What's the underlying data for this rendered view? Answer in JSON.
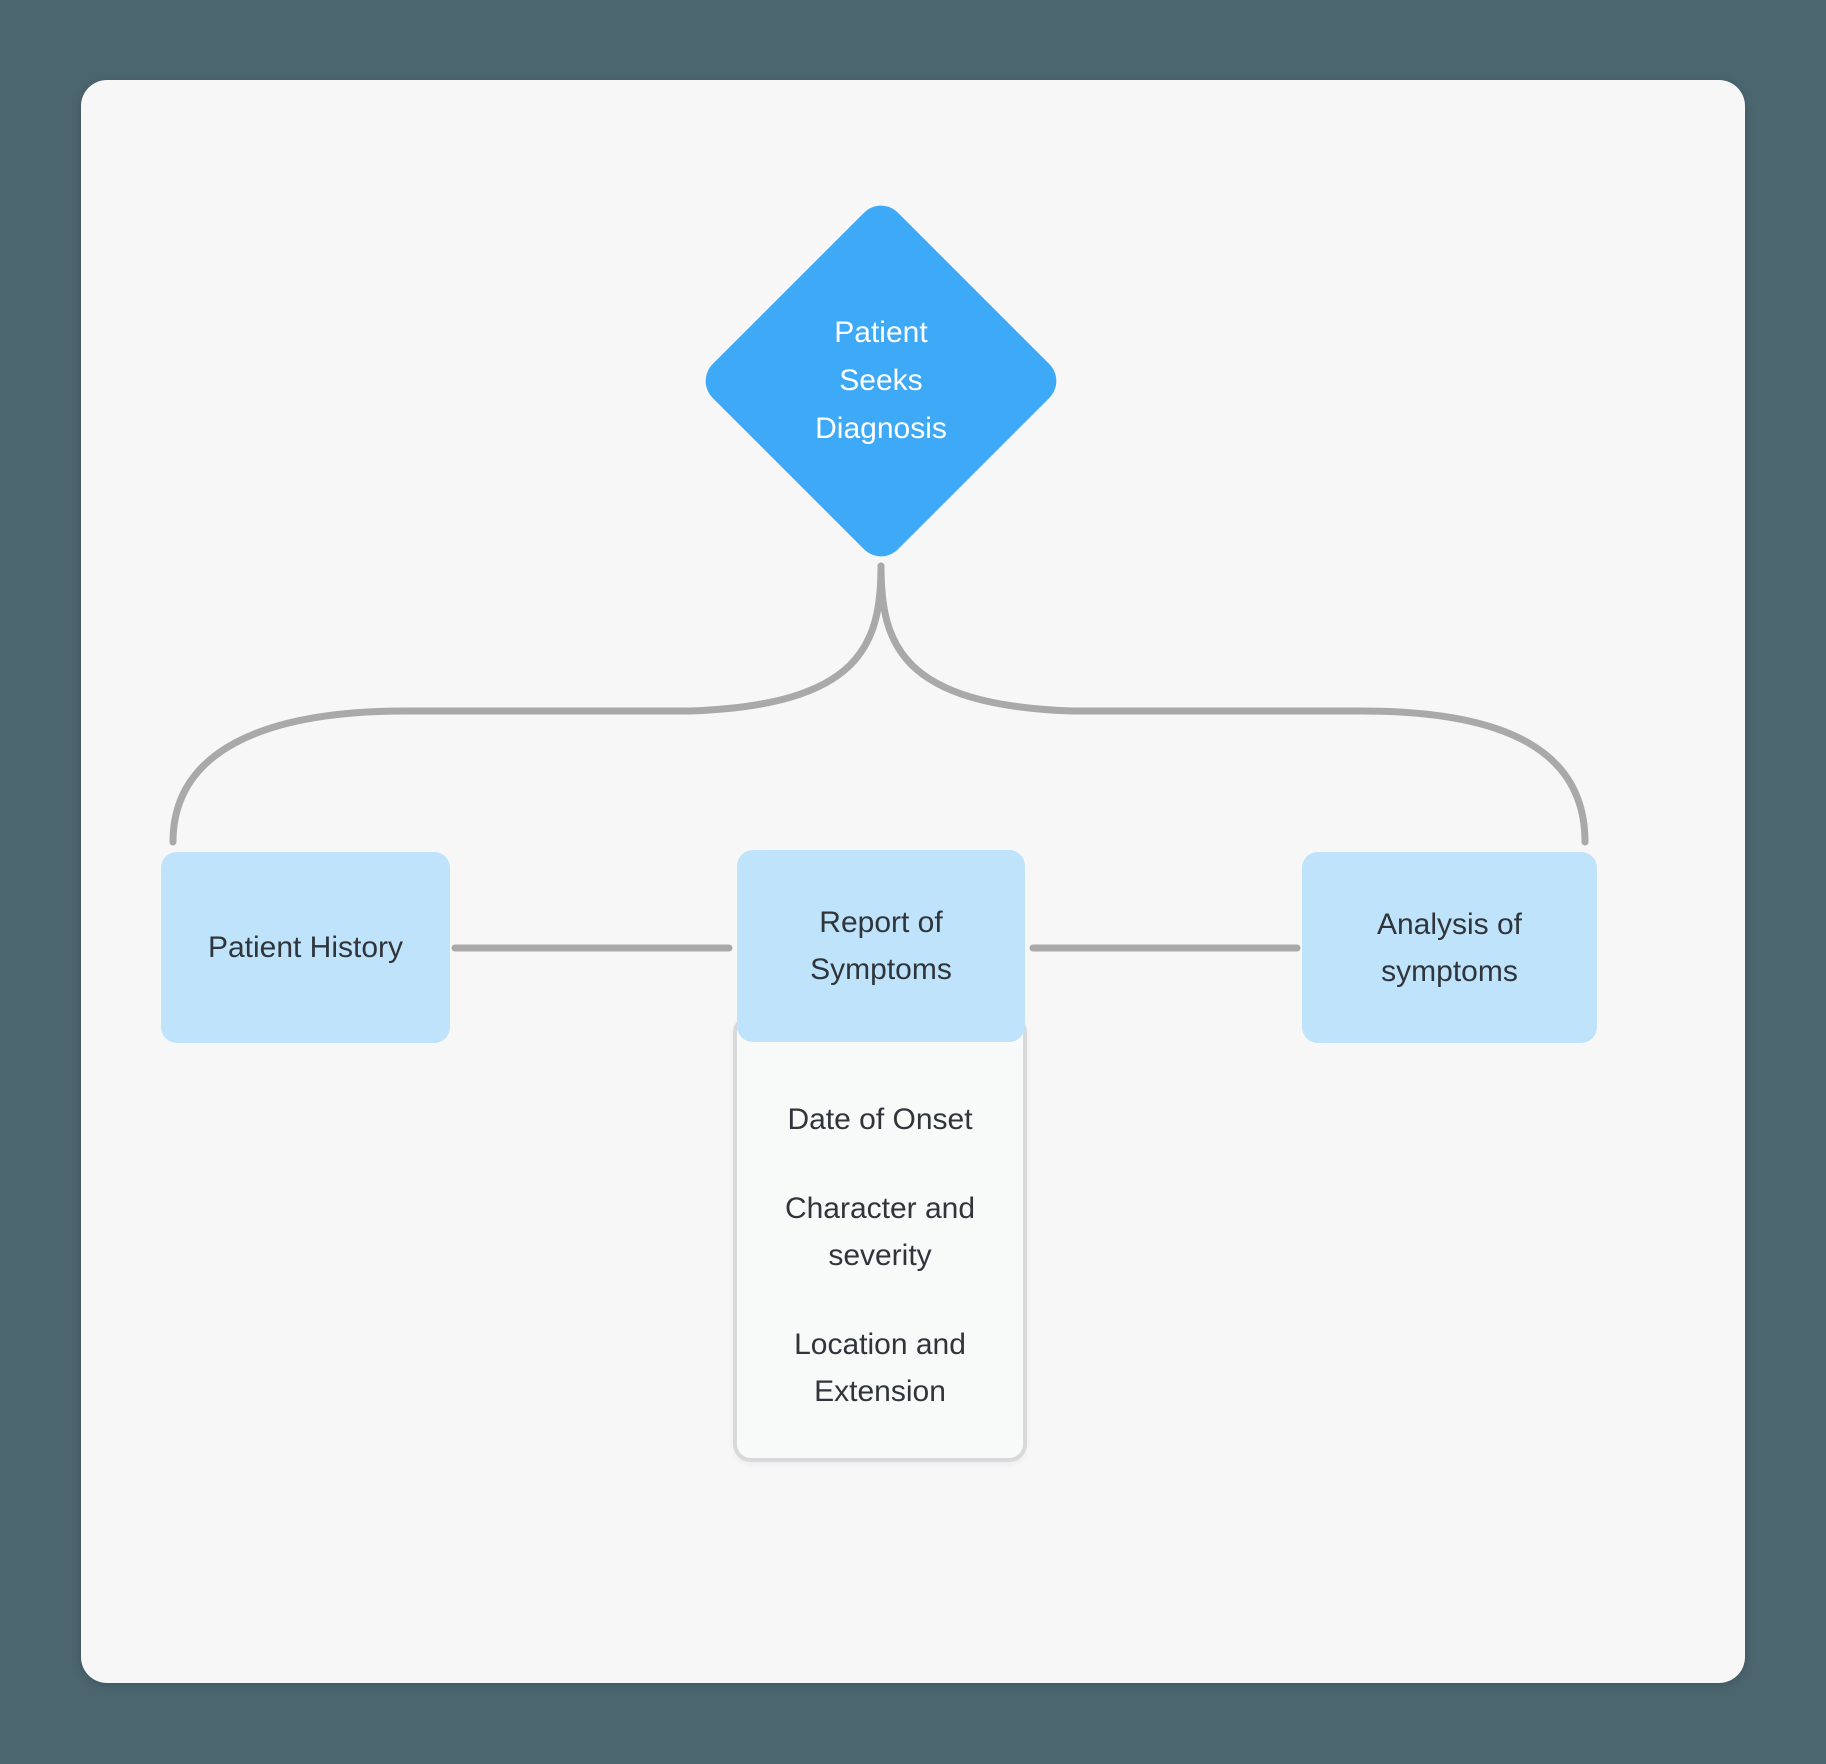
{
  "diagram": {
    "root": {
      "label": "Patient\nSeeks\nDiagnosis"
    },
    "nodes": {
      "patient_history": {
        "label": "Patient History"
      },
      "report_of_symptoms": {
        "label": "Report of\nSymptoms"
      },
      "analysis_of_symptoms": {
        "label": "Analysis of\nsymptoms"
      }
    },
    "symptom_details": {
      "items": [
        {
          "label": "Date of Onset"
        },
        {
          "label": "Character and\nseverity"
        },
        {
          "label": "Location and\nExtension"
        }
      ]
    },
    "colors": {
      "outer_background": "#4C6670",
      "canvas_background": "#F7F7F8",
      "diamond_blue": "#3EA9F6",
      "node_blue": "#BFE3FB",
      "connector_gray": "#A9A9A9",
      "card_border_gray": "#D9D9DB",
      "text_dark": "#2F353A",
      "text_light": "#FFFFFF"
    }
  }
}
